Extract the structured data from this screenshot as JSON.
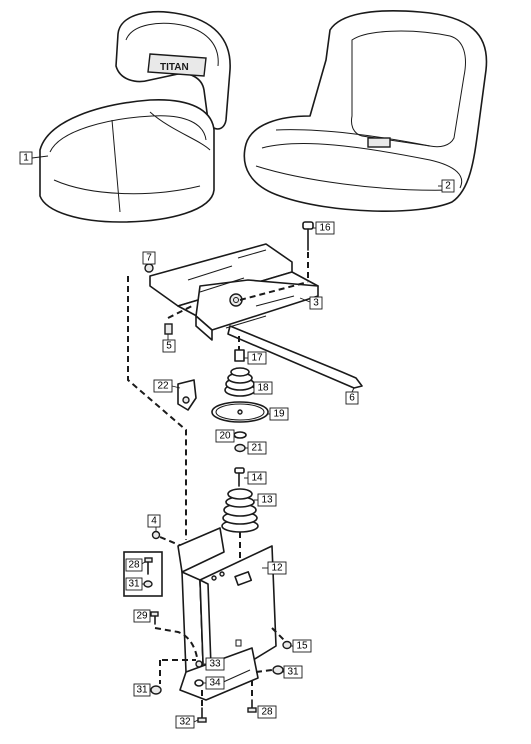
{
  "diagram": {
    "seat_logo_text": "TITAN",
    "callouts": [
      {
        "id": "c1",
        "label": "1"
      },
      {
        "id": "c2",
        "label": "2"
      },
      {
        "id": "c3",
        "label": "3"
      },
      {
        "id": "c4",
        "label": "4"
      },
      {
        "id": "c5",
        "label": "5"
      },
      {
        "id": "c6",
        "label": "6"
      },
      {
        "id": "c7",
        "label": "7"
      },
      {
        "id": "c12",
        "label": "12"
      },
      {
        "id": "c13",
        "label": "13"
      },
      {
        "id": "c14",
        "label": "14"
      },
      {
        "id": "c15",
        "label": "15"
      },
      {
        "id": "c16",
        "label": "16"
      },
      {
        "id": "c17",
        "label": "17"
      },
      {
        "id": "c18",
        "label": "18"
      },
      {
        "id": "c19",
        "label": "19"
      },
      {
        "id": "c20",
        "label": "20"
      },
      {
        "id": "c21",
        "label": "21"
      },
      {
        "id": "c22",
        "label": "22"
      },
      {
        "id": "c28a",
        "label": "28"
      },
      {
        "id": "c28b",
        "label": "28"
      },
      {
        "id": "c29",
        "label": "29"
      },
      {
        "id": "c31a",
        "label": "31"
      },
      {
        "id": "c31b",
        "label": "31"
      },
      {
        "id": "c31c",
        "label": "31"
      },
      {
        "id": "c32",
        "label": "32"
      },
      {
        "id": "c33",
        "label": "33"
      },
      {
        "id": "c34",
        "label": "34"
      }
    ]
  }
}
